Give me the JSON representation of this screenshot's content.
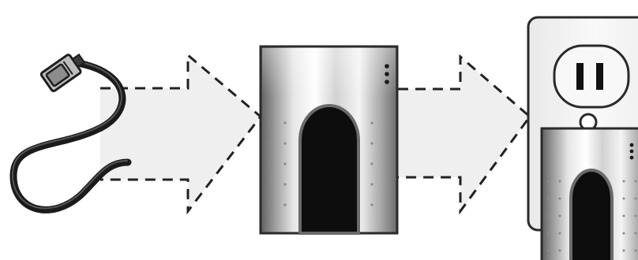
{
  "diagram": {
    "steps": [
      {
        "id": "ethernet-cable",
        "icon": "ethernet-cable-icon"
      },
      {
        "id": "powerline-adapter",
        "icon": "powerline-adapter-icon"
      },
      {
        "id": "adapter-plugged-into-outlet",
        "icon": "wall-outlet-icon"
      }
    ],
    "connectors": [
      {
        "from": "ethernet-cable",
        "to": "powerline-adapter",
        "style": "dashed-arrow"
      },
      {
        "from": "powerline-adapter",
        "to": "adapter-plugged-into-outlet",
        "style": "dashed-arrow"
      }
    ],
    "colors": {
      "arrow_fill": "#efefef",
      "outline": "#222222",
      "adapter_opening": "#0d0d0d",
      "outlet_plate": "#f2f2f2"
    }
  }
}
